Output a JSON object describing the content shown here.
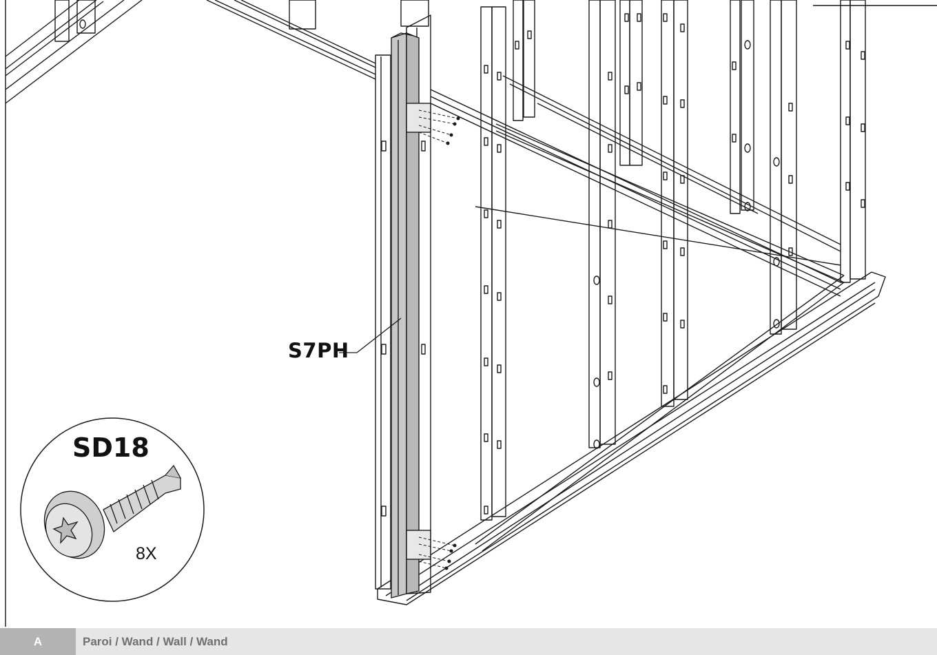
{
  "part_label": "S7PH",
  "screw": {
    "code": "SD18",
    "quantity": "8X"
  },
  "footer": {
    "step": "A",
    "title": "Paroi / Wand / Wall / Wand"
  },
  "colors": {
    "line": "#1a1a1a",
    "highlight_part": "#c8c8c8",
    "footer_bg": "#e6e6e6",
    "footer_step_bg": "#b3b3b3",
    "footer_text": "#707070"
  },
  "icons": [
    "self-drilling-screw-icon",
    "dashed-screw-path-icon"
  ]
}
